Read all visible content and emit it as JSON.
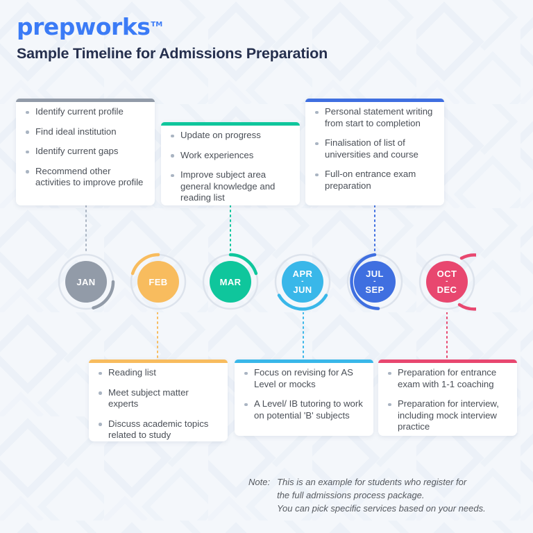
{
  "brand": {
    "logo_text": "prepworks",
    "trademark": "TM"
  },
  "header": {
    "title": "Sample Timeline for Admissions Preparation"
  },
  "colors": {
    "gray": "#929ba8",
    "orange": "#f8bc5e",
    "green": "#0fc69c",
    "cyan": "#39b7e9",
    "blue": "#3f6fe0",
    "pink": "#e8476f",
    "ring_track": "#dde3ec",
    "bullet": "#a9b4c2",
    "text": "#4a4f57",
    "title": "#26304e",
    "logo_blue": "#3b7bf6"
  },
  "milestones": [
    {
      "id": "jan",
      "label_lines": [
        "JAN"
      ],
      "color_key": "gray",
      "color": "#929ba8"
    },
    {
      "id": "feb",
      "label_lines": [
        "FEB"
      ],
      "color_key": "orange",
      "color": "#f8bc5e"
    },
    {
      "id": "mar",
      "label_lines": [
        "MAR"
      ],
      "color_key": "green",
      "color": "#0fc69c"
    },
    {
      "id": "apr-jun",
      "label_lines": [
        "APR",
        "JUN"
      ],
      "color_key": "cyan",
      "color": "#39b7e9"
    },
    {
      "id": "jul-sep",
      "label_lines": [
        "JUL",
        "SEP"
      ],
      "color_key": "blue",
      "color": "#3f6fe0"
    },
    {
      "id": "oct-dec",
      "label_lines": [
        "OCT",
        "DEC"
      ],
      "color_key": "pink",
      "color": "#e8476f"
    }
  ],
  "top_cards": [
    {
      "milestone": "jan",
      "accent": "#929ba8",
      "items": [
        "Identify current profile",
        "Find ideal institution",
        "Identify current gaps",
        "Recommend other activities to improve profile"
      ]
    },
    {
      "milestone": "mar",
      "accent": "#0fc69c",
      "items": [
        "Update on progress",
        "Work experiences",
        "Improve subject area general knowledge and reading list"
      ]
    },
    {
      "milestone": "jul-sep",
      "accent": "#3f6fe0",
      "items": [
        "Personal statement writing from start to completion",
        "Finalisation of list of universities and course",
        "Full-on entrance exam preparation"
      ]
    }
  ],
  "bottom_cards": [
    {
      "milestone": "feb",
      "accent": "#f8bc5e",
      "items": [
        "Reading list",
        "Meet subject matter experts",
        "Discuss academic topics related to study"
      ]
    },
    {
      "milestone": "apr-jun",
      "accent": "#39b7e9",
      "items": [
        "Focus on revising for AS Level or mocks",
        "A Level/ IB tutoring to work on potential 'B' subjects"
      ]
    },
    {
      "milestone": "oct-dec",
      "accent": "#e8476f",
      "items": [
        "Preparation for entrance exam with 1-1 coaching",
        "Preparation for interview, including mock interview practice"
      ]
    }
  ],
  "note": {
    "label": "Note:",
    "line1": "This is an example for students who register for",
    "line2": "the full admissions process package.",
    "line3": "You can pick specific services based on your needs."
  }
}
